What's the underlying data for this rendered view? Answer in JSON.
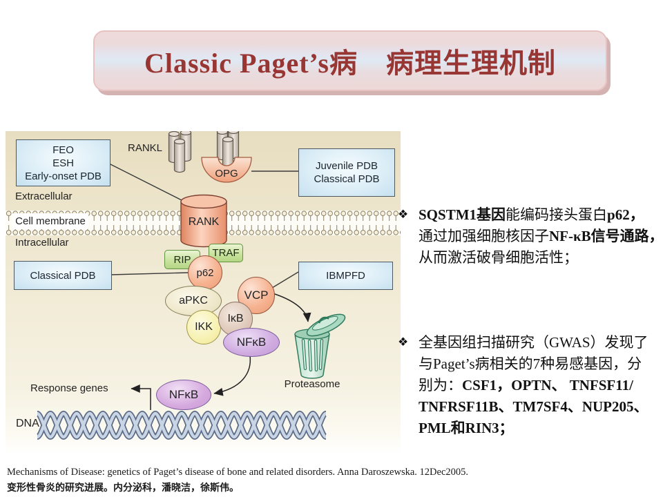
{
  "title": {
    "text": "Classic Paget’s病　病理生理机制"
  },
  "diagram": {
    "boxes": {
      "feo": [
        "FEO",
        "ESH",
        "Early-onset PDB"
      ],
      "juvenile": [
        "Juvenile PDB",
        "Classical PDB"
      ],
      "classical": "Classical PDB",
      "ibmpfd": "IBMPFD"
    },
    "labels": {
      "rankl": "RANKL",
      "opg": "OPG",
      "extracellular": "Extracellular",
      "cell_membrane": "Cell membrane",
      "intracellular": "Intracellular",
      "rank": "RANK",
      "rip": "RIP",
      "traf": "TRAF",
      "p62": "p62",
      "apkc": "aPKC",
      "vcp": "VCP",
      "ikk": "IKK",
      "ikb": "IκB",
      "nfkb_upper": "NFκB",
      "nfkb_lower": "NFκB",
      "response_genes": "Response genes",
      "proteasome": "Proteasome",
      "dna": "DNA"
    },
    "colors": {
      "background_beige": "#efe8d2",
      "box_blue": "#d8ecf6",
      "tag_green": "#c5e09c",
      "protein_salmon": "#f2a988",
      "protein_cream": "#efe8c9",
      "protein_yellow": "#f6f0ae",
      "protein_tan": "#dcc6b8",
      "protein_purple": "#c9a3dd",
      "proteasome_green": "#a9d9c0",
      "dna_blue": "#8fa3bd",
      "title_red": "#983634"
    }
  },
  "bullets": [
    {
      "marker": "❖",
      "lines": [
        [
          {
            "t": "SQSTM1基因",
            "b": true
          },
          {
            "t": "能编码接头蛋白",
            "b": false
          },
          {
            "t": "p62，",
            "b": true
          }
        ],
        [
          {
            "t": "通过加强细胞核因子",
            "b": false
          },
          {
            "t": "NF-κB信号通路，",
            "b": true
          }
        ],
        [
          {
            "t": "从而激活破骨细胞活性；",
            "b": false
          }
        ]
      ]
    },
    {
      "marker": "❖",
      "lines": [
        [
          {
            "t": "全基因组扫描研究（GWAS）发现了",
            "b": false
          }
        ],
        [
          {
            "t": "与Paget’s病相关的7种易感基因，分",
            "b": false
          }
        ],
        [
          {
            "t": "别为：",
            "b": false
          },
          {
            "t": "CSF1，OPTN、 TNFSF11/",
            "b": true
          }
        ],
        [
          {
            "t": "TNFRSF11B、TM7SF4、NUP205、",
            "b": true
          }
        ],
        [
          {
            "t": "PML和RIN3；",
            "b": true
          }
        ]
      ]
    }
  ],
  "footer": {
    "line1": "Mechanisms of Disease: genetics of Paget’s disease of bone and related disorders. Anna Daroszewska. 12Dec2005.",
    "line2": "变形性骨炎的研究进展。内分泌科，潘晓洁，徐斯伟。"
  }
}
